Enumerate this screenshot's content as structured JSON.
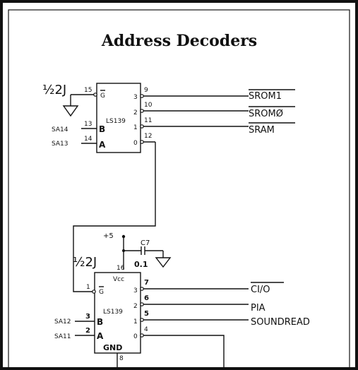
{
  "title": "Address Decoders",
  "decoder1": {
    "part_label": "½2J",
    "chip_type": "LS139",
    "enable_pin": "15",
    "enable_label": "G",
    "b_pin": "13",
    "b_label": "B",
    "b_signal": "SA14",
    "a_pin": "14",
    "a_label": "A",
    "a_signal": "SA13",
    "outputs": [
      {
        "internal": "3",
        "pin": "9",
        "signal": "SROM1"
      },
      {
        "internal": "2",
        "pin": "10",
        "signal": "SROMØ"
      },
      {
        "internal": "1",
        "pin": "11",
        "signal": "SRAM"
      },
      {
        "internal": "0",
        "pin": "12",
        "signal": ""
      }
    ]
  },
  "decoder2": {
    "part_label": "½2J",
    "chip_type": "LS139",
    "vcc_label": "Vcc",
    "vcc_pin": "16",
    "gnd_label": "GND",
    "gnd_pin": "8",
    "enable_pin": "1",
    "enable_label": "G",
    "b_pin": "3",
    "b_label": "B",
    "b_signal": "SA12",
    "a_pin": "2",
    "a_label": "A",
    "a_signal": "SA11",
    "outputs": [
      {
        "internal": "3",
        "pin": "7",
        "signal": "CI/O"
      },
      {
        "internal": "2",
        "pin": "6",
        "signal": "PIA"
      },
      {
        "internal": "1",
        "pin": "5",
        "signal": "SOUNDREAD"
      },
      {
        "internal": "0",
        "pin": "4",
        "signal": ""
      }
    ]
  },
  "power": {
    "supply_label": "+5",
    "cap_name": "C7",
    "cap_value": "0.1"
  }
}
